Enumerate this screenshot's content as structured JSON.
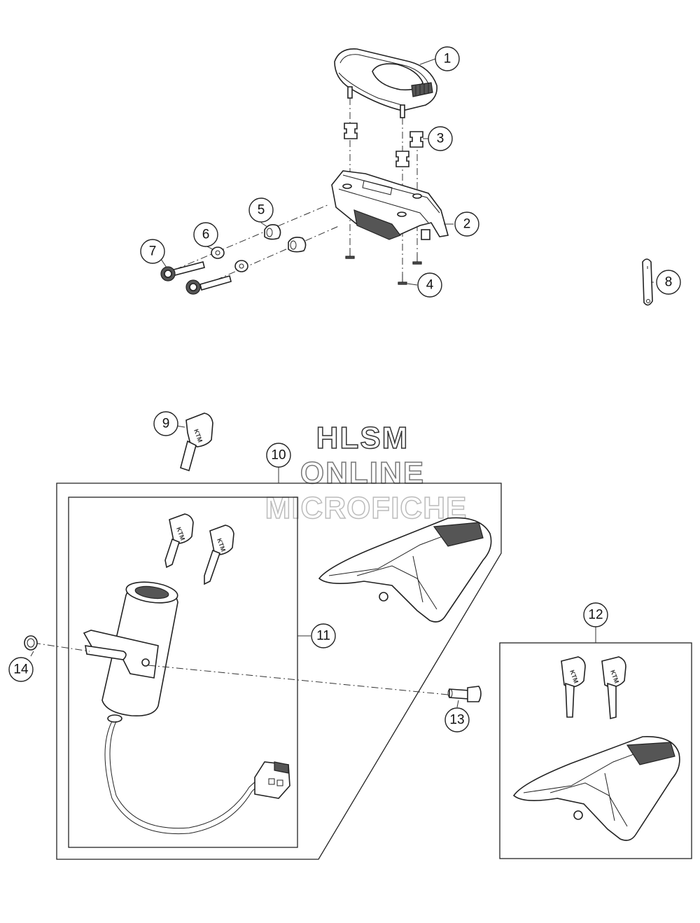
{
  "watermark": {
    "line1": "HLSM",
    "line2": "ONLINE",
    "line3": "MICROFICHE"
  },
  "callouts": [
    "1",
    "2",
    "3",
    "4",
    "5",
    "6",
    "7",
    "8",
    "9",
    "10",
    "11",
    "12",
    "13",
    "14"
  ],
  "key_logo": "KTM"
}
